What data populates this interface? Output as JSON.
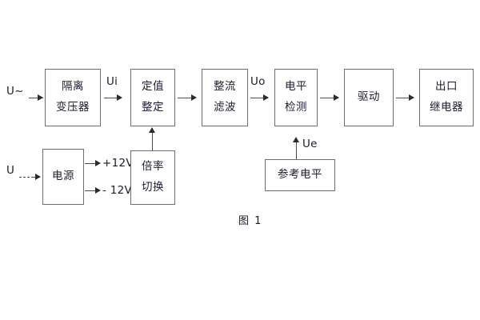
{
  "figure": {
    "caption": "图 1",
    "background_color": "#ffffff",
    "box_border_color": "#6e6e6e",
    "line_color": "#4a4a4a",
    "text_color": "#1a1a2e"
  },
  "blocks": [
    {
      "id": "isolation-transformer",
      "lines": [
        "隔离",
        "变压器"
      ]
    },
    {
      "id": "setting-value",
      "lines": [
        "定值",
        "整定"
      ]
    },
    {
      "id": "rectify-filter",
      "lines": [
        "整流",
        "滤波"
      ]
    },
    {
      "id": "level-detection",
      "lines": [
        "电平",
        "检测"
      ]
    },
    {
      "id": "drive",
      "lines": [
        "驱动"
      ]
    },
    {
      "id": "output-relay",
      "lines": [
        "出口",
        "继电器"
      ]
    },
    {
      "id": "power-supply",
      "lines": [
        "电源"
      ]
    },
    {
      "id": "multiplier-switch",
      "lines": [
        "倍率",
        "切换"
      ]
    },
    {
      "id": "reference-level",
      "lines": [
        "参考电平"
      ]
    }
  ],
  "signals": {
    "input_ac": "U~",
    "input_dc": "U",
    "ui": "Ui",
    "uo": "Uo",
    "ue": "Ue",
    "plus12v": "+12V",
    "minus12v": "- 12V"
  }
}
